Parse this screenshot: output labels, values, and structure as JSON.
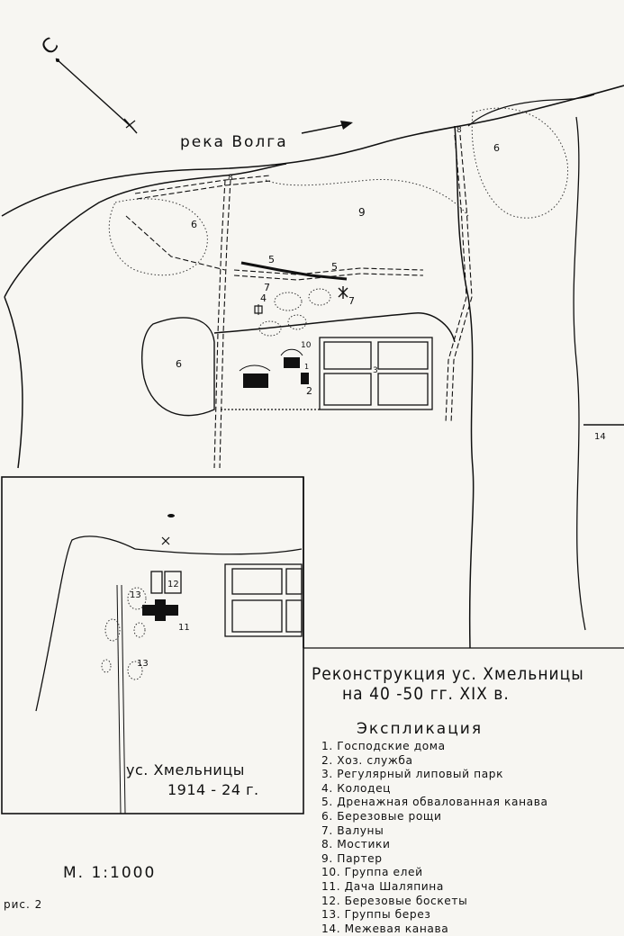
{
  "map": {
    "river_label": "река Волга",
    "north_label": "С",
    "title_line1": "Реконструкция ус. Хмельницы",
    "title_line2": "на 40 -50 гг. XIX в.",
    "legend_heading": "Экспликация",
    "legend": [
      "1. Господские дома",
      "2. Хоз. служба",
      "3. Регулярный липовый парк",
      "4. Колодец",
      "5. Дренажная обвалованная канава",
      "6. Березовые рощи",
      "7. Валуны",
      "8. Мостики",
      "9. Партер",
      "10. Группа елей",
      "11. Дача Шаляпина",
      "12. Березовые боскеты",
      "13. Группы берез",
      "14. Межевая канава"
    ],
    "inset_title_line1": "ус. Хмельницы",
    "inset_title_line2": "1914 - 24 г.",
    "scale": "М. 1:1000",
    "figure_label": "рис. 2",
    "map_numbers": {
      "n1": "1",
      "n2": "2",
      "n3": "3",
      "n4": "4",
      "n5": "5",
      "n6": "6",
      "n7": "7",
      "n8": "8",
      "n9": "9",
      "n10": "10",
      "n11": "11",
      "n12": "12",
      "n13": "13",
      "n14": "14"
    }
  }
}
